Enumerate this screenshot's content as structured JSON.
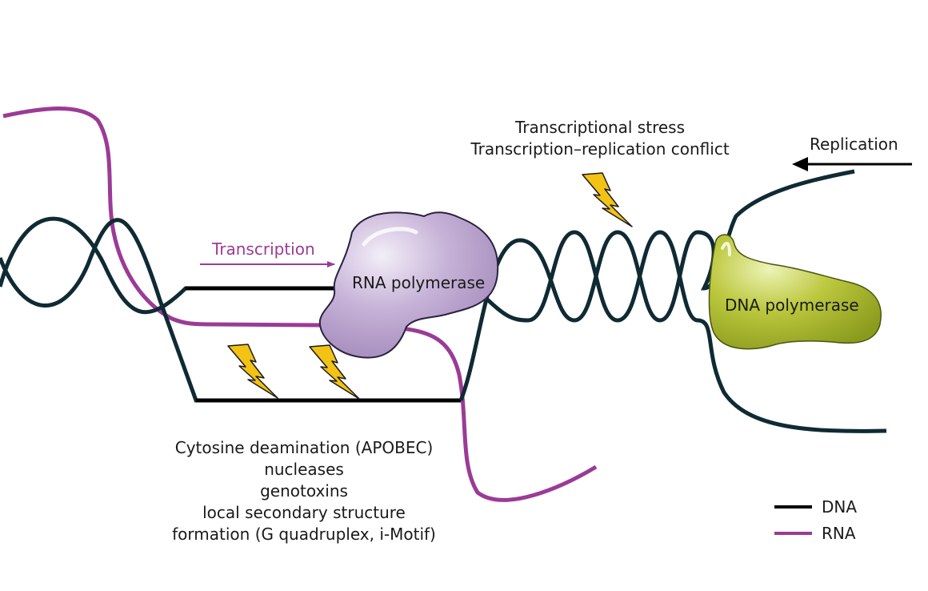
{
  "labels": {
    "transcription": "Transcription",
    "rna_polymerase": "RNA polymerase",
    "dna_polymerase": "DNA polymerase",
    "replication": "Replication",
    "stress": [
      "Transcriptional stress",
      "Transcription–replication conflict"
    ],
    "causes": [
      "Cytosine deamination (APOBEC)",
      "nucleases",
      "genotoxins",
      "local secondary structure",
      "formation (G quadruplex, i-Motif)"
    ]
  },
  "legend": {
    "dna": "DNA",
    "rna": "RNA"
  },
  "colors": {
    "dna": "#0f2a33",
    "dna_template": "#000000",
    "rna": "#9b3b96",
    "rna_polymerase": "#c4b0d4",
    "dna_polymerase": "#b7c43a",
    "lightning": "#f2c215"
  }
}
